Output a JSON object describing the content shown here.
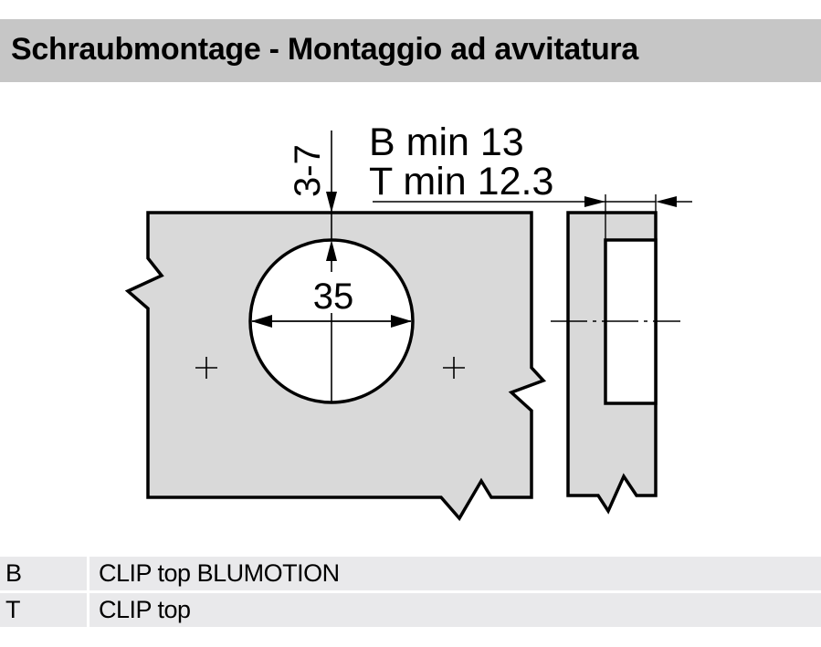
{
  "header": {
    "title": "Schraubmontage - Montaggio ad avvitatura",
    "background": "#c6c6c6"
  },
  "drawing": {
    "panel_fill": "#d9d9d9",
    "stroke": "#000000",
    "dimensions": {
      "edge_distance": "3-7",
      "boring_diameter": "35",
      "min_thickness_b": "B min 13",
      "min_thickness_t": "T min 12.3"
    }
  },
  "legend": {
    "background": "#e9e9eb",
    "rows": [
      {
        "key": "B",
        "value": "CLIP top BLUMOTION"
      },
      {
        "key": "T",
        "value": "CLIP top"
      }
    ]
  }
}
